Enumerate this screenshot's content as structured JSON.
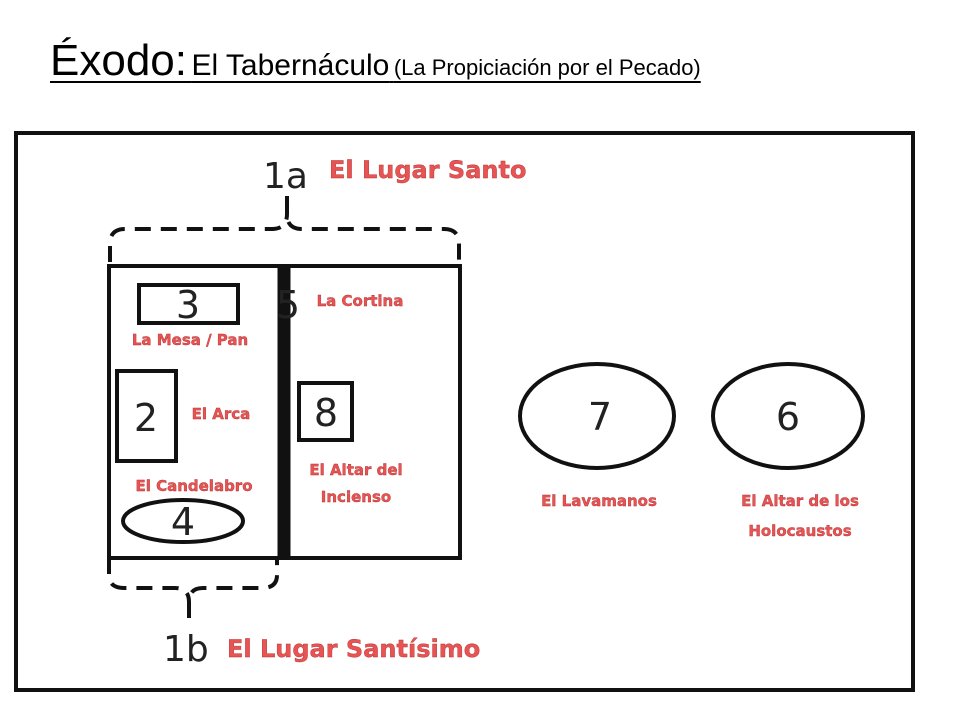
{
  "title": {
    "main": "Éxodo:",
    "sub": "El Tabernáculo",
    "note": "(La Propiciación por el Pecado)"
  },
  "markers": {
    "m1a": "1a",
    "m1b": "1b",
    "m2": "2",
    "m3": "3",
    "m4": "4",
    "m5": "5",
    "m6": "6",
    "m7": "7",
    "m8": "8"
  },
  "labels": {
    "lugar_santo": "El Lugar Santo",
    "lugar_santisimo": "El Lugar Santísimo",
    "cortina": "La Cortina",
    "mesa_pan": "La Mesa / Pan",
    "arca": "El Arca",
    "candelabro": "El Candelabro",
    "altar_incienso_1": "El Altar del",
    "altar_incienso_2": "Incienso",
    "lavamanos": "El Lavamanos",
    "altar_holocaustos_1": "El Altar de los",
    "altar_holocaustos_2": "Holocaustos"
  },
  "colors": {
    "label_red": "#e85454",
    "outline": "#111111"
  }
}
